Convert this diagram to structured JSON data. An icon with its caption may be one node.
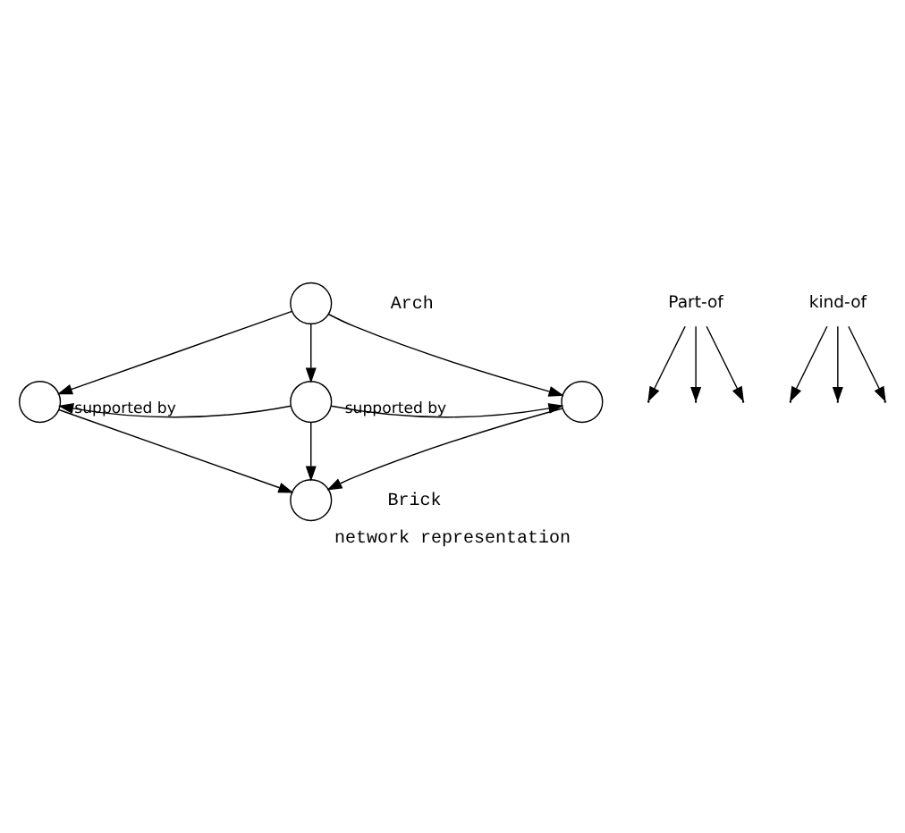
{
  "diagram": {
    "caption": "network representation",
    "nodes": [
      {
        "text": [],
        "shape": "circle",
        "beside": [
          "Arch"
        ]
      },
      {
        "text": [],
        "shape": "circle"
      },
      {
        "text": [],
        "shape": "circle"
      },
      {
        "text": [],
        "shape": "circle"
      },
      {
        "text": [],
        "shape": "circle",
        "beside": [
          "Brick"
        ]
      },
      {
        "text": [
          "Part-of"
        ]
      },
      {
        "text": [
          "kind-of"
        ]
      }
    ],
    "edges": [
      {
        "from": 0,
        "to": 1,
        "arrow": "to"
      },
      {
        "from": 0,
        "to": 2,
        "arrow": "to"
      },
      {
        "from": 0,
        "to": 3,
        "arrow": "to"
      },
      {
        "from": 2,
        "to": 1,
        "arrow": "to",
        "label": "supported by"
      },
      {
        "from": 2,
        "to": 3,
        "arrow": "to",
        "label": "supported by"
      },
      {
        "from": 1,
        "to": 4,
        "arrow": "to"
      },
      {
        "from": 2,
        "to": 4,
        "arrow": "to"
      },
      {
        "from": 3,
        "to": 4,
        "arrow": "to"
      },
      {
        "from": 5,
        "to": null,
        "arrow": "to"
      },
      {
        "from": 5,
        "to": null,
        "arrow": "to"
      },
      {
        "from": 5,
        "to": null,
        "arrow": "to"
      },
      {
        "from": 6,
        "to": null,
        "arrow": "to"
      },
      {
        "from": 6,
        "to": null,
        "arrow": "to"
      },
      {
        "from": 6,
        "to": null,
        "arrow": "to"
      }
    ]
  }
}
